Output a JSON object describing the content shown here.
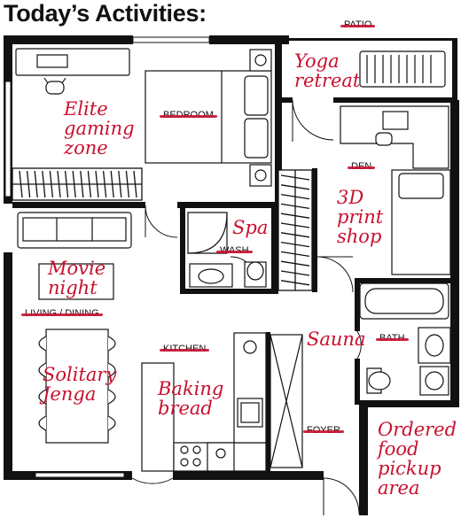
{
  "header": {
    "title": "Today’s Activities:"
  },
  "rooms": {
    "patio": "PATIO",
    "bedroom": "BEDROOM",
    "den": "DEN",
    "wash": "WASH",
    "living_dining": "LIVING / DINING",
    "kitchen": "KITCHEN",
    "bath": "BATH",
    "foyer": "FOYER"
  },
  "activities": {
    "yoga": "Yoga\nretreat",
    "gaming": "Elite\ngaming\nzone",
    "print": "3D\nprint\nshop",
    "spa": "Spa",
    "movie": "Movie\nnight",
    "jenga": "Solitary\nJenga",
    "sauna": "Sauna",
    "baking": "Baking\nbread",
    "food": "Ordered\nfood\npickup\narea"
  },
  "colors": {
    "wall": "#111111",
    "annotation": "#c8102e",
    "strike": "#c8102e"
  }
}
